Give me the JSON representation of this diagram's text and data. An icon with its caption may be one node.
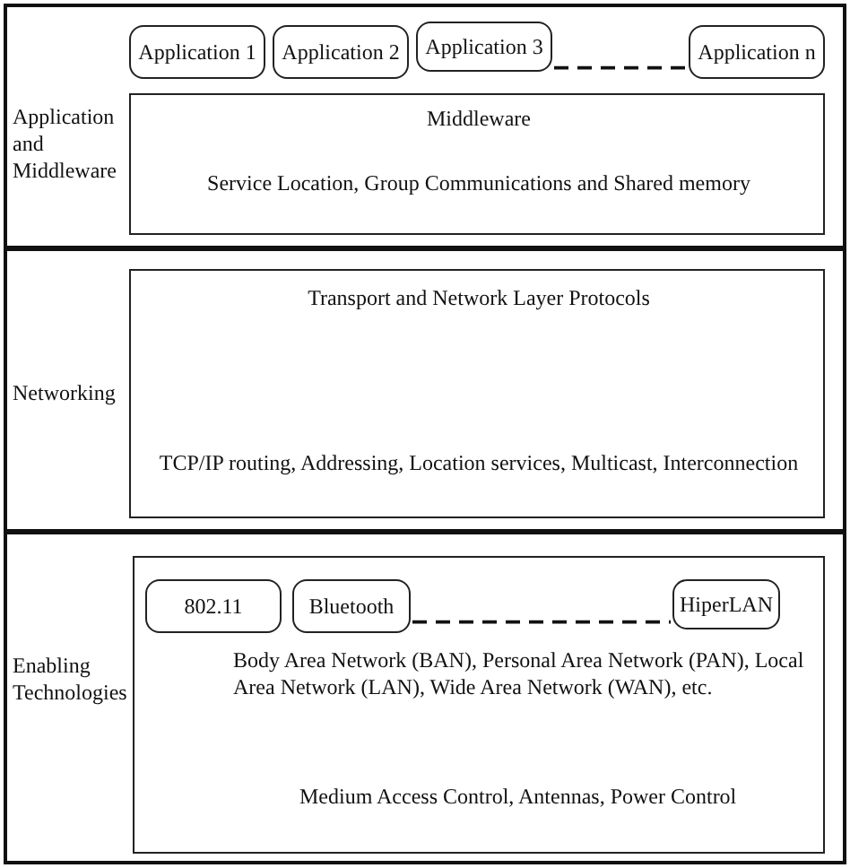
{
  "diagram": {
    "nodes": [
      {
        "text": [
          "Application and Middleware"
        ]
      },
      {
        "text": [
          "Application 1"
        ],
        "in": 0
      },
      {
        "text": [
          "Application 2"
        ],
        "in": 0
      },
      {
        "text": [
          "Application 3"
        ],
        "in": 0
      },
      {
        "text": [
          "Application n"
        ],
        "in": 0
      },
      {
        "text": [
          "Middleware",
          "Service Location, Group Communications and Shared memory"
        ],
        "in": 0
      },
      {
        "text": [
          "Networking"
        ]
      },
      {
        "text": [
          "Transport and Network Layer Protocols",
          "TCP/IP routing, Addressing, Location services, Multicast, Interconnection"
        ],
        "in": 6
      },
      {
        "text": [
          "Enabling Technologies"
        ]
      },
      {
        "text": [
          "Body Area Network (BAN), Personal Area Network (PAN), Local Area Network (LAN), Wide Area Network (WAN), etc.",
          "Medium Access Control, Antennas, Power Control"
        ],
        "in": 8
      },
      {
        "text": [
          "802.11"
        ],
        "in": 9
      },
      {
        "text": [
          "Bluetooth"
        ],
        "in": 9
      },
      {
        "text": [
          "HiperLAN"
        ],
        "in": 9
      }
    ],
    "edges": [
      {
        "from": 3,
        "to": 4,
        "arrow": "none",
        "style": "dashed"
      },
      {
        "from": 11,
        "to": 12,
        "arrow": "none",
        "style": "dashed"
      }
    ]
  }
}
